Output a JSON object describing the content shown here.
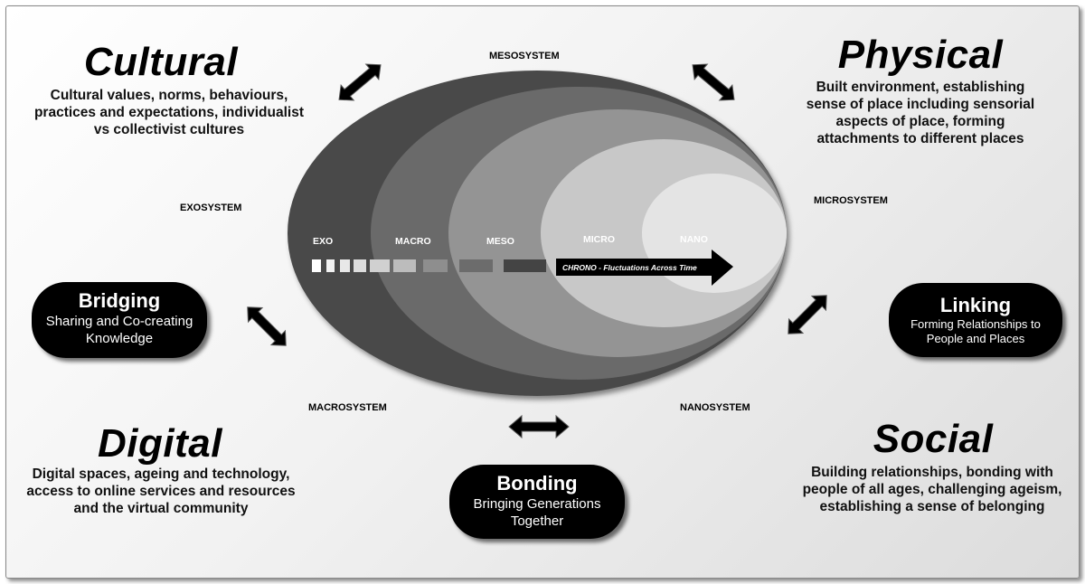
{
  "domains": {
    "cultural": {
      "title": "Cultural",
      "lines": [
        "Cultural values, norms, behaviours,",
        "practices and expectations, individualist",
        "vs collectivist cultures"
      ]
    },
    "physical": {
      "title": "Physical",
      "lines": [
        "Built environment, establishing",
        "sense of place including sensorial",
        "aspects of place, forming",
        "attachments to different places"
      ]
    },
    "digital": {
      "title": "Digital",
      "lines": [
        "Digital spaces, ageing and technology,",
        "access to online services and resources",
        "and the virtual community"
      ]
    },
    "social": {
      "title": "Social",
      "lines": [
        "Building relationships, bonding with",
        "people of all ages, challenging ageism,",
        "establishing a sense of belonging"
      ]
    }
  },
  "systems": {
    "mesosystem": "MESOSYSTEM",
    "exosystem": "EXOSYSTEM",
    "microsystem": "MICROSYSTEM",
    "macrosystem": "MACROSYSTEM",
    "nanosystem": "NANOSYSTEM"
  },
  "capital": {
    "bridging": {
      "title": "Bridging",
      "lines": [
        "Sharing and Co-creating",
        "Knowledge"
      ]
    },
    "linking": {
      "title": "Linking",
      "lines": [
        "Forming Relationships to",
        "People and Places"
      ]
    },
    "bonding": {
      "title": "Bonding",
      "lines": [
        "Bringing Generations",
        "Together"
      ]
    }
  },
  "levels": [
    "EXO",
    "MACRO",
    "MESO",
    "MICRO",
    "NANO"
  ],
  "chrono_label": "CHRONO - Fluctuations Across Time",
  "colors": {
    "ring_exo": "#4a4a4a",
    "ring_macro": "#6a6a6a",
    "ring_meso": "#949494",
    "ring_micro": "#c8c8c8",
    "ring_nano": "#e4e4e4",
    "pill": "#000000"
  }
}
